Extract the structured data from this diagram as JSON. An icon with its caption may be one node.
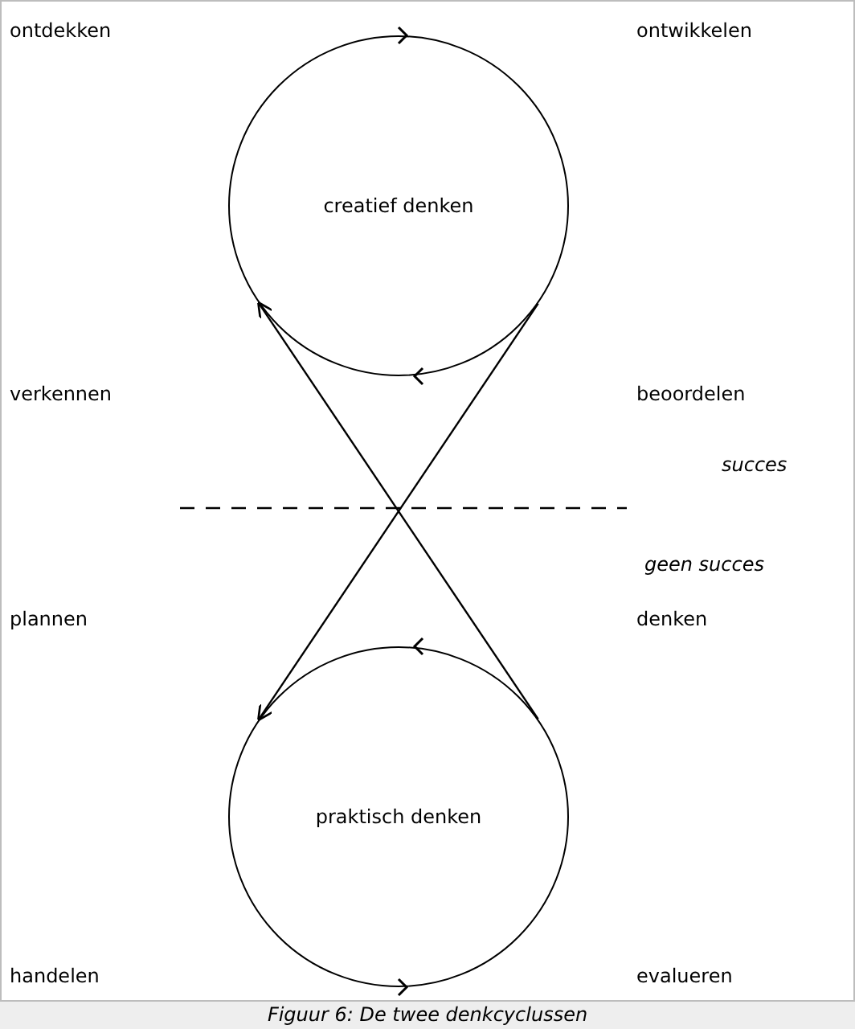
{
  "diagram": {
    "caption": "Figuur 6: De twee denkcyclussen",
    "nodes": [
      {
        "text": [
          "creatief denken"
        ]
      },
      {
        "text": [
          "praktisch denken"
        ]
      }
    ],
    "edges": [
      {
        "from": 0,
        "to": 1,
        "arrow": "to"
      },
      {
        "from": 1,
        "to": 0,
        "arrow": "to"
      }
    ],
    "labels": [
      "ontdekken",
      "ontwikkelen",
      "verkennen",
      "beoordelen",
      "succes",
      "geen succes",
      "plannen",
      "denken",
      "handelen",
      "evalueren"
    ]
  }
}
